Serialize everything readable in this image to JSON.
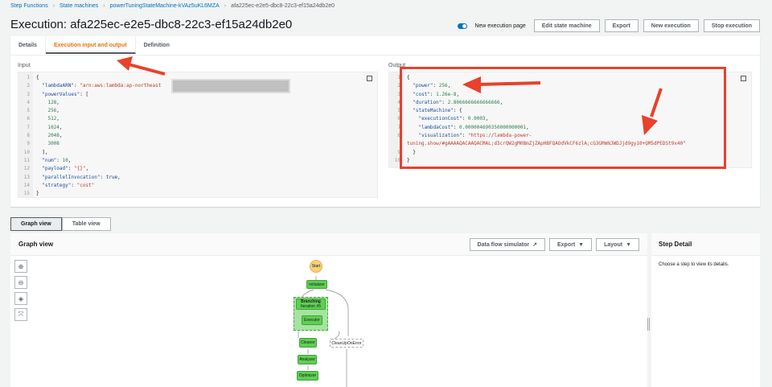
{
  "breadcrumb": [
    "Step Functions",
    "State machines",
    "powerTuningStateMachine-kVAz5uKL6MZA",
    "afa225ec-e2e5-dbc8-22c3-ef15a24db2e0"
  ],
  "title": "Execution: afa225ec-e2e5-dbc8-22c3-ef15a24db2e0",
  "header": {
    "toggle_label": "New execution page",
    "toggle_on": true,
    "buttons": [
      "Edit state machine",
      "Export",
      "New execution",
      "Stop execution"
    ]
  },
  "tabs": [
    {
      "label": "Details"
    },
    {
      "label": "Execution input and output",
      "active": true
    },
    {
      "label": "Definition"
    }
  ],
  "input": {
    "label": "Input",
    "lines": [
      [
        [
          "p",
          "{"
        ]
      ],
      [
        [
          "p",
          "  "
        ],
        [
          "k",
          "\"lambdaARN\""
        ],
        [
          "p",
          ": "
        ],
        [
          "s",
          "\"arn:aws:lambda:ap-northeast"
        ],
        [
          "p",
          "                              "
        ],
        [
          "s",
          "n\""
        ],
        [
          "p",
          ","
        ]
      ],
      [
        [
          "p",
          "  "
        ],
        [
          "k",
          "\"powerValues\""
        ],
        [
          "p",
          ": ["
        ]
      ],
      [
        [
          "p",
          "    "
        ],
        [
          "n",
          "128"
        ],
        [
          "p",
          ","
        ]
      ],
      [
        [
          "p",
          "    "
        ],
        [
          "n",
          "256"
        ],
        [
          "p",
          ","
        ]
      ],
      [
        [
          "p",
          "    "
        ],
        [
          "n",
          "512"
        ],
        [
          "p",
          ","
        ]
      ],
      [
        [
          "p",
          "    "
        ],
        [
          "n",
          "1024"
        ],
        [
          "p",
          ","
        ]
      ],
      [
        [
          "p",
          "    "
        ],
        [
          "n",
          "2048"
        ],
        [
          "p",
          ","
        ]
      ],
      [
        [
          "p",
          "    "
        ],
        [
          "n",
          "3008"
        ]
      ],
      [
        [
          "p",
          "  ],"
        ]
      ],
      [
        [
          "p",
          "  "
        ],
        [
          "k",
          "\"num\""
        ],
        [
          "p",
          ": "
        ],
        [
          "n",
          "10"
        ],
        [
          "p",
          ","
        ]
      ],
      [
        [
          "p",
          "  "
        ],
        [
          "k",
          "\"payload\""
        ],
        [
          "p",
          ": "
        ],
        [
          "s",
          "\"{}\""
        ],
        [
          "p",
          ","
        ]
      ],
      [
        [
          "p",
          "  "
        ],
        [
          "k",
          "\"parallelInvocation\""
        ],
        [
          "p",
          ": "
        ],
        [
          "b",
          "true"
        ],
        [
          "p",
          ","
        ]
      ],
      [
        [
          "p",
          "  "
        ],
        [
          "k",
          "\"strategy\""
        ],
        [
          "p",
          ": "
        ],
        [
          "s",
          "\"cost\""
        ]
      ],
      [
        [
          "p",
          "}"
        ]
      ]
    ]
  },
  "output": {
    "label": "Output",
    "lines": [
      [
        [
          "p",
          "{"
        ]
      ],
      [
        [
          "p",
          "  "
        ],
        [
          "k",
          "\"power\""
        ],
        [
          "p",
          ": "
        ],
        [
          "n",
          "256"
        ],
        [
          "p",
          ","
        ]
      ],
      [
        [
          "p",
          "  "
        ],
        [
          "k",
          "\"cost\""
        ],
        [
          "p",
          ": "
        ],
        [
          "n",
          "1.26e-8"
        ],
        [
          "p",
          ","
        ]
      ],
      [
        [
          "p",
          "  "
        ],
        [
          "k",
          "\"duration\""
        ],
        [
          "p",
          ": "
        ],
        [
          "n",
          "2.8066666666666666"
        ],
        [
          "p",
          ","
        ]
      ],
      [
        [
          "p",
          "  "
        ],
        [
          "k",
          "\"stateMachine\""
        ],
        [
          "p",
          ": {"
        ]
      ],
      [
        [
          "p",
          "    "
        ],
        [
          "k",
          "\"executionCost\""
        ],
        [
          "p",
          ": "
        ],
        [
          "n",
          "0.0003"
        ],
        [
          "p",
          ","
        ]
      ],
      [
        [
          "p",
          "    "
        ],
        [
          "k",
          "\"lambdaCost\""
        ],
        [
          "p",
          ": "
        ],
        [
          "n",
          "0.000004690350000000001"
        ],
        [
          "p",
          ","
        ]
      ],
      [
        [
          "p",
          "    "
        ],
        [
          "k",
          "\"visualization\""
        ],
        [
          "p",
          ": "
        ],
        [
          "s",
          "\"https://lambda-power-\ntuning.show/#gAAAAQACAAQACMAL;d3crQW2gM0BmZjZApHBFQAOdVkCF6zlA;cG3GMmNJWDJjd9gy10+QM5dPEDSt9x40\""
        ]
      ],
      [
        [
          "p",
          "  }"
        ]
      ],
      [
        [
          "p",
          "}"
        ]
      ]
    ]
  },
  "view_tabs": [
    {
      "label": "Graph view",
      "active": true
    },
    {
      "label": "Table view"
    }
  ],
  "graph": {
    "title": "Graph view",
    "buttons": [
      "Data flow simulator",
      "Export",
      "Layout"
    ],
    "zoom_controls": [
      "zoom-in-icon",
      "zoom-out-icon",
      "center-icon",
      "fit-icon"
    ],
    "nodes": {
      "start": "Start",
      "initializer": "Initializer",
      "branching": "Branching",
      "iteration": "Iteration #5",
      "executor": "Executor",
      "cleaner": "Cleaner",
      "analyzer": "Analyzer",
      "optimizer": "Optimizer",
      "cleanup": "CleanUpOnError"
    }
  },
  "step_detail": {
    "title": "Step Detail",
    "text": "Choose a step to view its details."
  },
  "colors": {
    "accent": "#ec7211",
    "link": "#0073bb",
    "success": "#5fcf52",
    "annotation": "#e8412c"
  }
}
